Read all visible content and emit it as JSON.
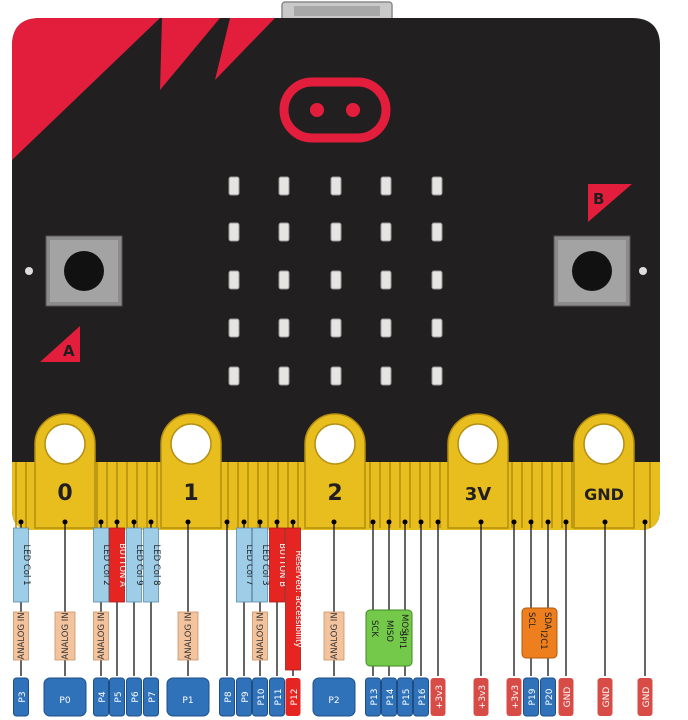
{
  "colors": {
    "board": "#221f20",
    "accent": "#e31e3c",
    "gold": "#e8bd1e",
    "gold_dark": "#b48e10",
    "led": "#e6e3e3",
    "pin_blue": "#2f72b9",
    "label_blue": "#9ecde8",
    "label_orange": "#f3c39d",
    "label_red": "#e52521",
    "label_pink": "#d84c47",
    "label_green": "#74c94a",
    "label_amber": "#ee7f1f"
  },
  "board": {
    "button_a_label": "A",
    "button_b_label": "B",
    "led_rows": 5,
    "led_cols": 5
  },
  "pads": [
    {
      "label": "0"
    },
    {
      "label": "1"
    },
    {
      "label": "2"
    },
    {
      "label": "3V"
    },
    {
      "label": "GND"
    }
  ],
  "pins": [
    {
      "label": "P3",
      "color": "blue",
      "func": [
        "LED Col 1"
      ],
      "analog": "ANALOG IN"
    },
    {
      "label": "P0",
      "color": "blue",
      "big": true,
      "analog": "ANALOG IN"
    },
    {
      "label": "P4",
      "color": "blue",
      "func": [
        "LED Col 2"
      ],
      "analog": "ANALOG IN"
    },
    {
      "label": "P5",
      "color": "blue",
      "func": [
        "BUTTON A"
      ],
      "func_color": "red"
    },
    {
      "label": "P6",
      "color": "blue",
      "func": [
        "LED Col 9"
      ]
    },
    {
      "label": "P7",
      "color": "blue",
      "func": [
        "LED Col 8"
      ]
    },
    {
      "label": "P1",
      "color": "blue",
      "big": true,
      "analog": "ANALOG IN"
    },
    {
      "label": "P8",
      "color": "blue"
    },
    {
      "label": "P9",
      "color": "blue",
      "func": [
        "LED Col 7"
      ]
    },
    {
      "label": "P10",
      "color": "blue",
      "func": [
        "LED Col 3"
      ],
      "analog": "ANALOG IN"
    },
    {
      "label": "P11",
      "color": "blue",
      "func": [
        "BUTTON B"
      ],
      "func_color": "red"
    },
    {
      "label": "P12",
      "color": "red",
      "func": [
        "Reserved: accessibility"
      ],
      "func_color": "red"
    },
    {
      "label": "P2",
      "color": "blue",
      "big": true,
      "analog": "ANALOG IN"
    },
    {
      "label": "P13",
      "color": "blue"
    },
    {
      "label": "P14",
      "color": "blue"
    },
    {
      "label": "P15",
      "color": "blue"
    },
    {
      "label": "P16",
      "color": "blue"
    },
    {
      "label": "+3v3",
      "color": "pink"
    },
    {
      "label": "+3v3",
      "color": "pink"
    },
    {
      "label": "+3v3",
      "color": "pink"
    },
    {
      "label": "P19",
      "color": "blue"
    },
    {
      "label": "P20",
      "color": "blue"
    },
    {
      "label": "GND",
      "color": "pink"
    },
    {
      "label": "GND",
      "color": "pink"
    },
    {
      "label": "GND",
      "color": "pink"
    }
  ],
  "spi": {
    "title": "SPI1",
    "lines": [
      "SCK",
      "MISO",
      "MOSI"
    ]
  },
  "i2c": {
    "title": "I2C1",
    "lines": [
      "SCL",
      "SDA"
    ]
  }
}
